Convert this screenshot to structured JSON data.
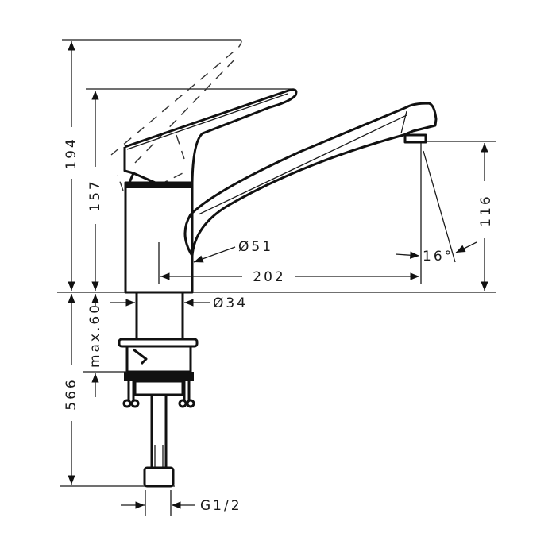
{
  "dimensions": {
    "height_total": "194",
    "height_spout": "157",
    "spout_outlet_height": "116",
    "spout_reach": "202",
    "body_diameter": "Ø51",
    "shank_diameter": "Ø34",
    "max_counter_thickness": "max.60",
    "hose_length": "566",
    "thread": "G1/2",
    "spray_angle": "16°"
  }
}
